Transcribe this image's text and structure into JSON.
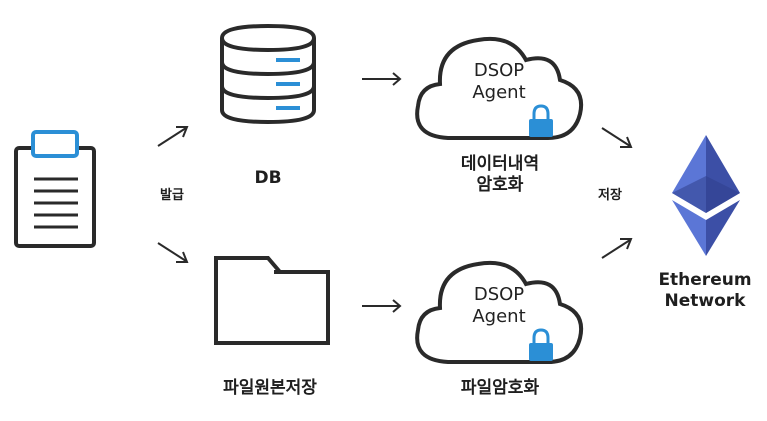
{
  "labels": {
    "issue": "발급",
    "db": "DB",
    "file_store": "파일원본저장",
    "data_encrypt": [
      "데이터내역",
      "암호화"
    ],
    "file_encrypt": "파일암호화",
    "store": "저장",
    "ethereum": [
      "Ethereum",
      "Network"
    ]
  },
  "agents": [
    {
      "line1": "DSOP",
      "line2": "Agent"
    },
    {
      "line1": "DSOP",
      "line2": "Agent"
    }
  ],
  "colors": {
    "outline": "#2a2a2a",
    "accent": "#2b8fd6",
    "eth_dark": "#3c4fa6",
    "eth_light": "#5b76d6"
  }
}
